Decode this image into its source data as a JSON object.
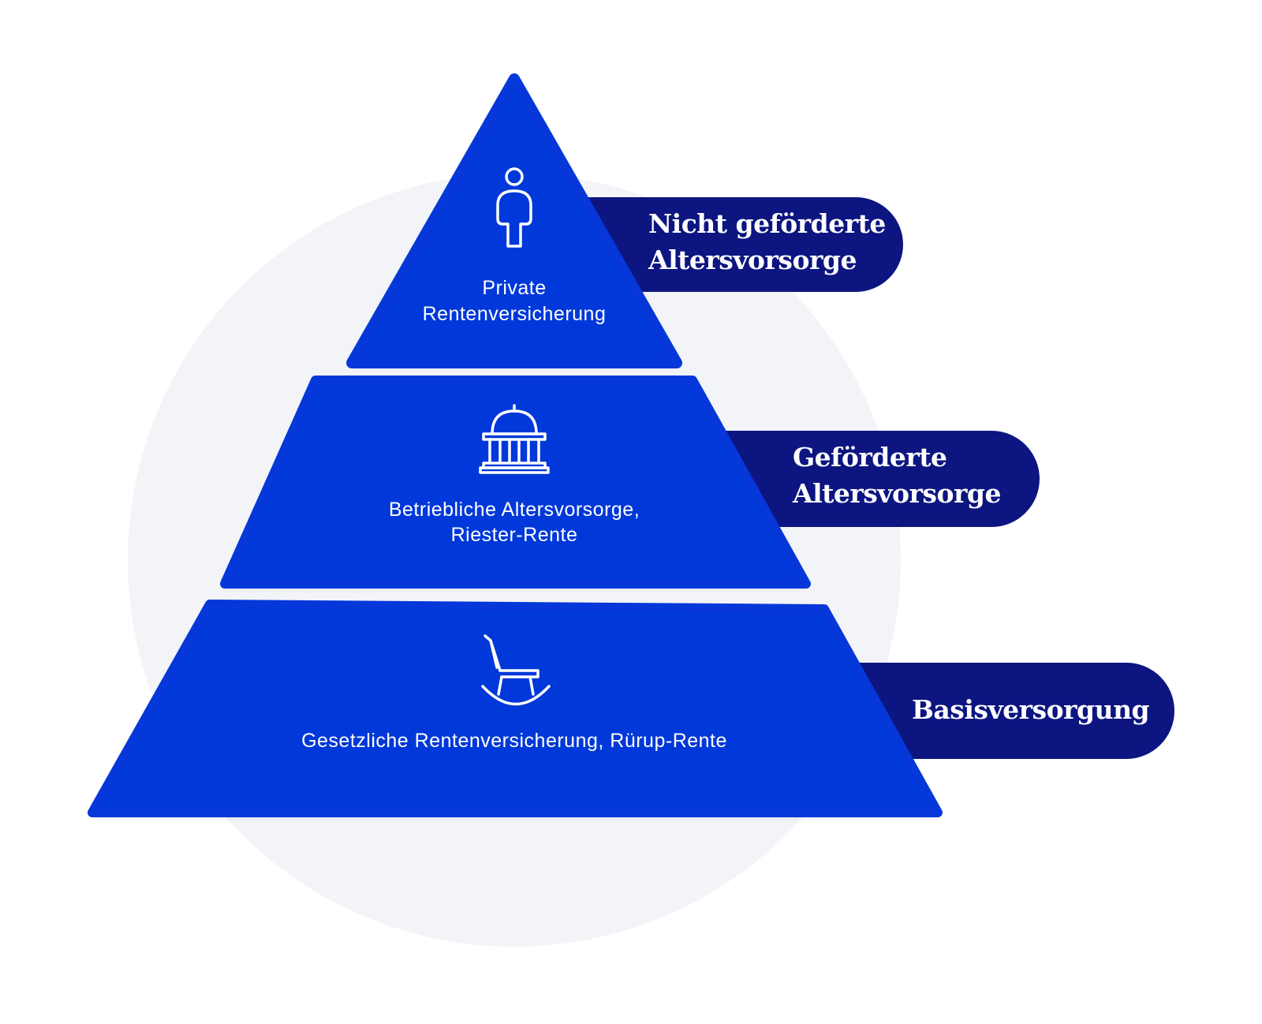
{
  "colors": {
    "layer_fill": "#0537d9",
    "pill_fill": "#0c1580",
    "background_circle": "#f3f4f8",
    "text": "#ffffff"
  },
  "layers": [
    {
      "id": "top",
      "icon": "person-icon",
      "text_lines": [
        "Private",
        "Rentenversicherung"
      ],
      "category_lines": [
        "Nicht geförderte",
        "Altersvorsorge"
      ]
    },
    {
      "id": "middle",
      "icon": "institution-building-icon",
      "text_lines": [
        "Betriebliche Altersvorsorge,",
        "Riester-Rente"
      ],
      "category_lines": [
        "Geförderte",
        "Altersvorsorge"
      ]
    },
    {
      "id": "bottom",
      "icon": "rocking-chair-icon",
      "text_lines": [
        "Gesetzliche Rentenversicherung, Rürup-Rente"
      ],
      "category_lines": [
        "Basisversorgung"
      ]
    }
  ]
}
